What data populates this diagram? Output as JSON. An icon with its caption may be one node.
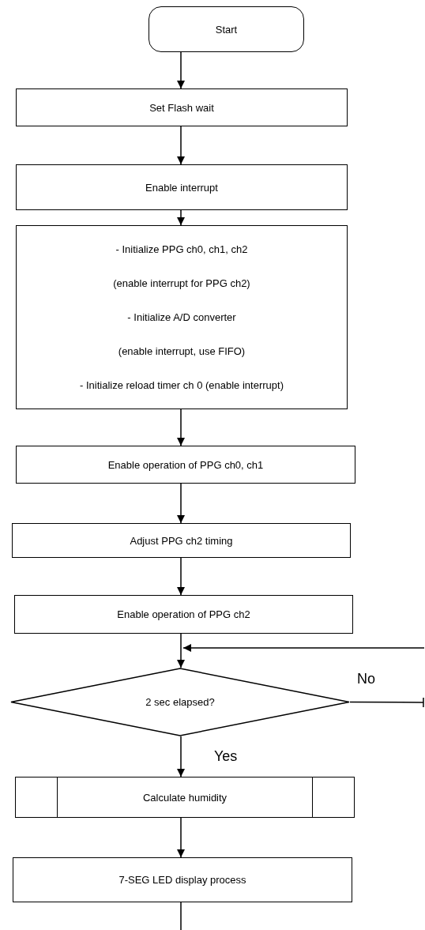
{
  "diagram": {
    "nodes": [
      {
        "text": [
          "Start"
        ]
      },
      {
        "text": [
          "Set Flash wait"
        ]
      },
      {
        "text": [
          "Enable interrupt"
        ]
      },
      {
        "text": [
          "- Initialize PPG ch0, ch1, ch2",
          "(enable interrupt for PPG ch2)",
          "- Initialize A/D converter",
          "(enable interrupt, use FIFO)",
          "- Initialize reload timer ch 0 (enable interrupt)"
        ]
      },
      {
        "text": [
          "Enable operation of PPG ch0, ch1"
        ]
      },
      {
        "text": [
          "Adjust PPG ch2 timing"
        ]
      },
      {
        "text": [
          "Enable operation of PPG ch2"
        ]
      },
      {
        "text": [
          "2 sec elapsed?"
        ]
      },
      {
        "text": [
          "Calculate humidity"
        ]
      },
      {
        "text": [
          "7-SEG LED display process"
        ]
      }
    ],
    "edges": [
      {
        "from": 0,
        "to": 1,
        "arrow": "to"
      },
      {
        "from": 1,
        "to": 2,
        "arrow": "to"
      },
      {
        "from": 2,
        "to": 3,
        "arrow": "to"
      },
      {
        "from": 3,
        "to": 4,
        "arrow": "to"
      },
      {
        "from": 4,
        "to": 5,
        "arrow": "to"
      },
      {
        "from": 5,
        "to": 6,
        "arrow": "to"
      },
      {
        "from": 6,
        "to": 7,
        "arrow": "to"
      },
      {
        "from": 7,
        "to": null,
        "arrow": "other",
        "label": "No"
      },
      {
        "from": null,
        "to": 7,
        "arrow": "to"
      },
      {
        "from": 7,
        "to": 8,
        "arrow": "to",
        "label": "Yes"
      },
      {
        "from": 8,
        "to": 9,
        "arrow": "to"
      },
      {
        "from": 9,
        "to": null,
        "arrow": "none"
      }
    ]
  }
}
